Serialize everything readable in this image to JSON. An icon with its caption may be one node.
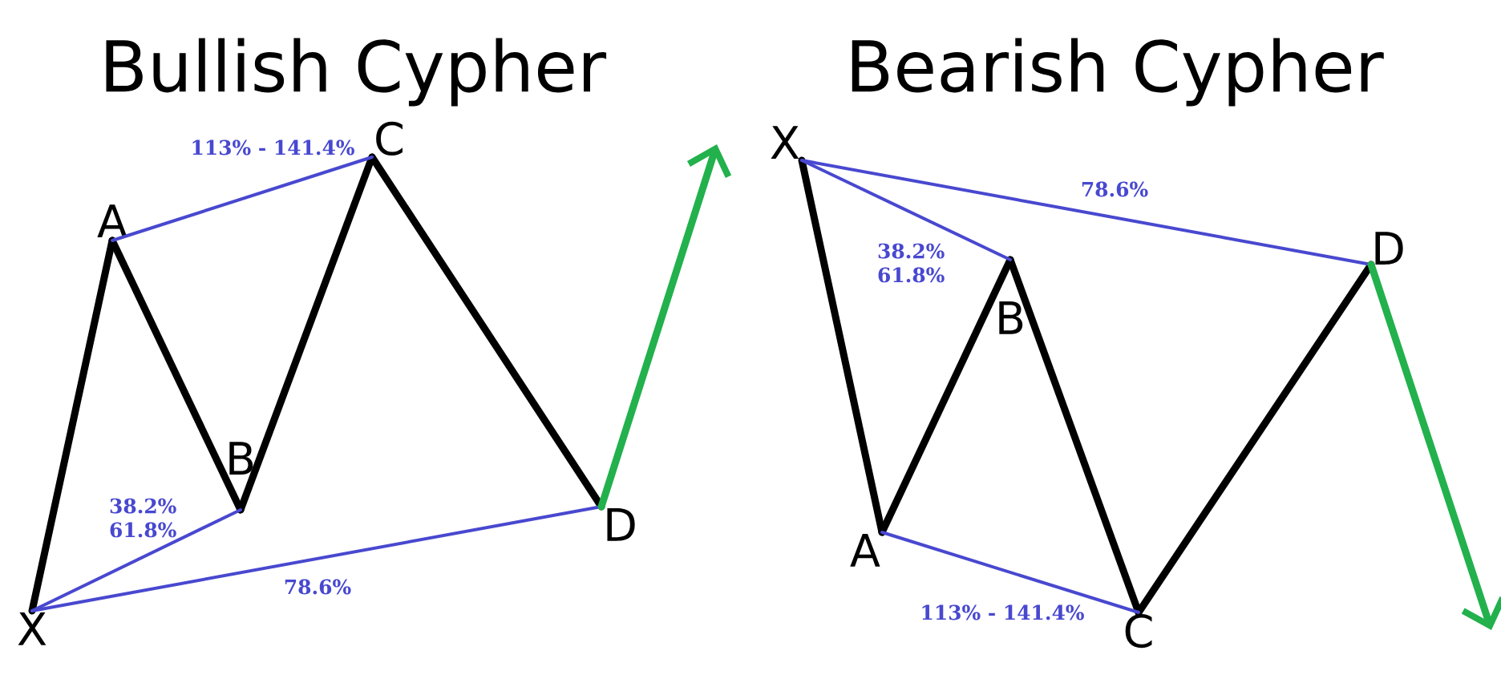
{
  "diagram": {
    "nodes": [
      {
        "text": [
          "X"
        ]
      },
      {
        "text": [
          "A"
        ]
      },
      {
        "text": [
          "B"
        ]
      },
      {
        "text": [
          "C"
        ]
      },
      {
        "text": [
          "D"
        ]
      },
      {
        "text": [
          "X"
        ]
      },
      {
        "text": [
          "A"
        ]
      },
      {
        "text": [
          "B"
        ]
      },
      {
        "text": [
          "C"
        ]
      },
      {
        "text": [
          "D"
        ]
      }
    ],
    "edges": [
      {
        "from": 0,
        "to": 1,
        "arrow": "none"
      },
      {
        "from": 1,
        "to": 2,
        "arrow": "none"
      },
      {
        "from": 2,
        "to": 3,
        "arrow": "none"
      },
      {
        "from": 3,
        "to": 4,
        "arrow": "none"
      },
      {
        "from": 1,
        "to": 3,
        "arrow": "none",
        "label": "113% - 141.4%",
        "color": "#4848d0"
      },
      {
        "from": 0,
        "to": 2,
        "arrow": "none",
        "label": "38.2% 61.8%",
        "color": "#4848d0"
      },
      {
        "from": 0,
        "to": 4,
        "arrow": "none",
        "label": "78.6%",
        "color": "#4848d0"
      },
      {
        "from": 4,
        "to": null,
        "arrow": "to",
        "color": "#22b14c"
      },
      {
        "from": 5,
        "to": 6,
        "arrow": "none"
      },
      {
        "from": 6,
        "to": 7,
        "arrow": "none"
      },
      {
        "from": 7,
        "to": 8,
        "arrow": "none"
      },
      {
        "from": 8,
        "to": 9,
        "arrow": "none"
      },
      {
        "from": 5,
        "to": 9,
        "arrow": "none",
        "label": "78.6%",
        "color": "#4848d0"
      },
      {
        "from": 5,
        "to": 7,
        "arrow": "none",
        "label": "38.2% 61.8%",
        "color": "#4848d0"
      },
      {
        "from": 6,
        "to": 8,
        "arrow": "none",
        "label": "113% - 141.4%",
        "color": "#4848d0"
      },
      {
        "from": 9,
        "to": null,
        "arrow": "to",
        "color": "#22b14c"
      }
    ],
    "labels": [
      "Bullish Cypher",
      "Bearish Cypher"
    ]
  }
}
